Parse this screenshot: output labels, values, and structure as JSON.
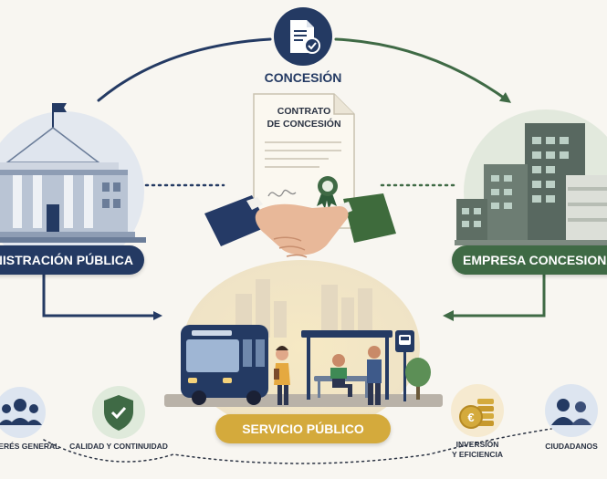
{
  "concession": {
    "label": "CONCESIÓN"
  },
  "contract": {
    "line1": "CONTRATO",
    "line2": "DE CONCESIÓN"
  },
  "administration": {
    "label": "ADMINISTRACIÓN PÚBLICA"
  },
  "company": {
    "label": "EMPRESA CONCESIONARIA"
  },
  "service": {
    "label": "SERVICIO PÚBLICO"
  },
  "benefits": [
    {
      "label": "INTERÉS GENERAL",
      "icon": "people-group-icon"
    },
    {
      "label": "CALIDAD Y CONTINUIDAD",
      "icon": "shield-check-icon"
    },
    {
      "label_line1": "INVERSIÓN",
      "label_line2": "Y EFICIENCIA",
      "icon": "euro-coins-icon"
    },
    {
      "label": "CIUDADANOS",
      "icon": "citizens-icon"
    }
  ],
  "colors": {
    "navy": "#243a63",
    "green": "#3f6a45",
    "gold": "#d4aa3c",
    "background": "#f8f6f1"
  }
}
